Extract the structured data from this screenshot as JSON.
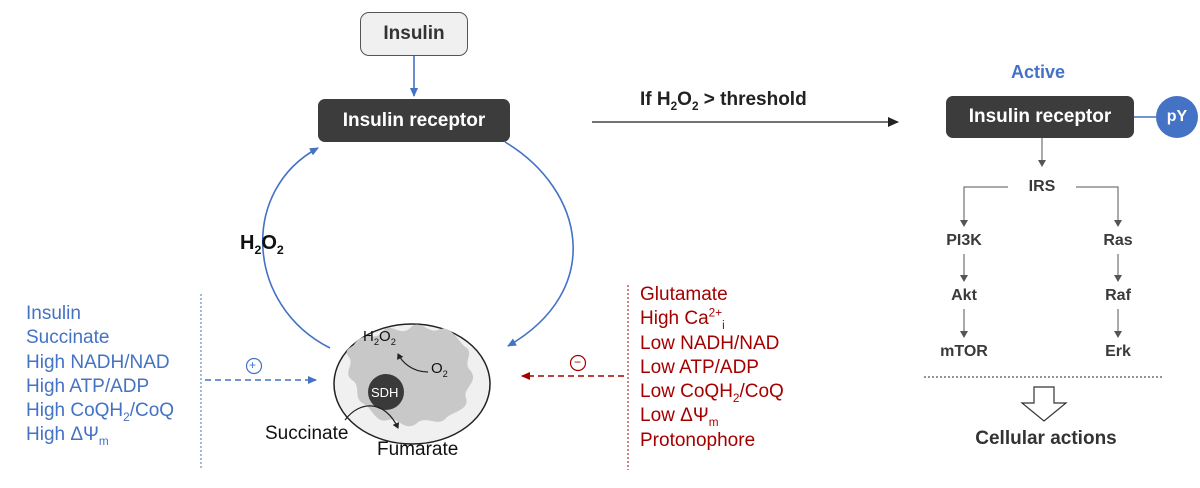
{
  "insulin_box": "Insulin",
  "receptor_left": "Insulin receptor",
  "h2o2_cycle": {
    "main": "H",
    "sub1": "2",
    "mid": "O",
    "sub2": "2"
  },
  "threshold": {
    "pre": "If H",
    "sub1": "2",
    "mid": "O",
    "sub2": "2",
    "post": " > threshold"
  },
  "active_label": "Active",
  "receptor_right": "Insulin receptor",
  "py_badge": "pY",
  "pathway": {
    "irs": "IRS",
    "left": [
      "PI3K",
      "Akt",
      "mTOR"
    ],
    "right": [
      "Ras",
      "Raf",
      "Erk"
    ],
    "outcome": "Cellular actions"
  },
  "mito": {
    "h2o2": {
      "a": "H",
      "s1": "2",
      "b": "O",
      "s2": "2"
    },
    "o2": {
      "a": "O",
      "s": "2"
    },
    "sdh": "SDH",
    "succinate": "Succinate",
    "fumarate": "Fumarate"
  },
  "positive_sign": "+",
  "negative_sign": "−",
  "activators": {
    "color": "#4472c4",
    "items": [
      {
        "text": "Insulin"
      },
      {
        "text": "Succinate"
      },
      {
        "text": "High NADH/NAD"
      },
      {
        "text": "High ATP/ADP"
      },
      {
        "text": "High CoQH",
        "sub": "2",
        "after": "/CoQ"
      },
      {
        "text": "High ΔΨ",
        "sub": "m",
        "after": ""
      }
    ]
  },
  "inhibitors": {
    "color": "#a50000",
    "items": [
      {
        "text": "Glutamate"
      },
      {
        "text": "High Ca",
        "sup": "2+",
        "sub": "i"
      },
      {
        "text": "Low NADH/NAD"
      },
      {
        "text": "Low ATP/ADP"
      },
      {
        "text": "Low CoQH",
        "sub": "2",
        "after": "/CoQ"
      },
      {
        "text": "Low ΔΨ",
        "sub": "m",
        "after": ""
      },
      {
        "text": "Protonophore"
      }
    ]
  }
}
